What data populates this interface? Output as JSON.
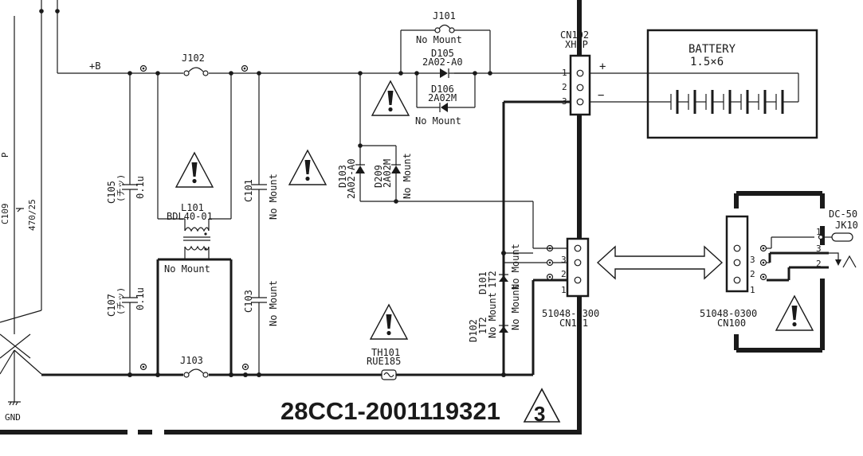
{
  "board_id": "28CC1-2001119321",
  "revision": "3",
  "nets": {
    "plus_b": "+B",
    "gnd": "GND"
  },
  "left_labels": {
    "c109": "C109",
    "c109_value": "470/25",
    "partial_p": "P"
  },
  "components": {
    "j101": {
      "ref": "J101",
      "note": "No Mount"
    },
    "j102": {
      "ref": "J102"
    },
    "j103": {
      "ref": "J103"
    },
    "d105": {
      "ref": "D105",
      "value": "2A02-A0"
    },
    "d106": {
      "ref": "D106",
      "value": "2A02M",
      "note": "No Mount"
    },
    "d103": {
      "ref": "D103",
      "value": "2A02-A0"
    },
    "d209": {
      "ref": "D209",
      "value": "2A02M",
      "note": "No Mount"
    },
    "c105": {
      "ref": "C105",
      "sub": "(チッ)",
      "value": "0.1u"
    },
    "c107": {
      "ref": "C107",
      "sub": "(チッ)",
      "value": "0.1u"
    },
    "c101": {
      "ref": "C101",
      "note": "No Mount"
    },
    "c103": {
      "ref": "C103",
      "note": "No Mount"
    },
    "l101": {
      "ref": "L101",
      "value": "BDL40-01",
      "note": "No Mount"
    },
    "th101": {
      "ref": "TH101",
      "value": "RUE185"
    },
    "d101": {
      "ref": "D101",
      "value": "1T2",
      "note": "No Mount"
    },
    "d102": {
      "ref": "D102",
      "value": "1T2",
      "note": "No Mount"
    },
    "cn102": {
      "ref": "CN102",
      "type": "XH3P",
      "pins": [
        "1",
        "2",
        "3"
      ],
      "plus": "+",
      "minus": "−"
    },
    "cn101": {
      "ref": "CN101",
      "type": "51048-0300",
      "pins": [
        "3",
        "2",
        "1"
      ]
    },
    "cn100": {
      "ref": "CN100",
      "type": "51048-0300",
      "pins": [
        "3",
        "2",
        "1"
      ]
    },
    "battery": {
      "title": "BATTERY",
      "spec": "1.5×6"
    },
    "jack": {
      "ref": "JK10",
      "name": "DC-50",
      "pins": [
        "1",
        "3",
        "2"
      ]
    }
  },
  "warning_symbol": "caution-triangle-icon",
  "colors": {
    "ink": "#1a1a1a",
    "paper": "#ffffff"
  }
}
